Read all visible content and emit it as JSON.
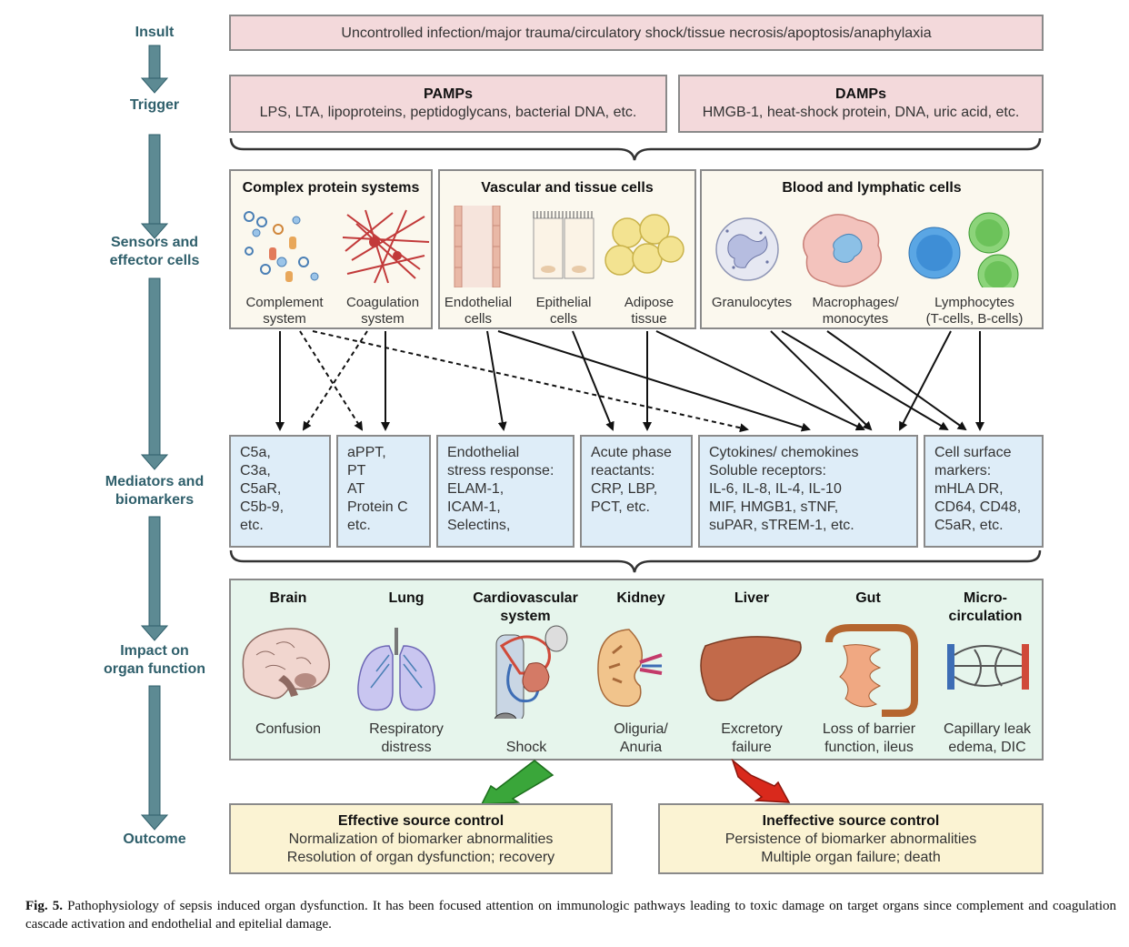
{
  "stages": {
    "insult": "Insult",
    "trigger": "Trigger",
    "sensors": [
      "Sensors and",
      "effector cells"
    ],
    "mediators": [
      "Mediators and",
      "biomarkers"
    ],
    "impact": [
      "Impact on",
      "organ function"
    ],
    "outcome": "Outcome"
  },
  "insult_text": "Uncontrolled infection/major trauma/circulatory shock/tissue necrosis/apoptosis/anaphylaxia",
  "pamps": {
    "title": "PAMPs",
    "text": "LPS, LTA, lipoproteins, peptidoglycans, bacterial DNA, etc."
  },
  "damps": {
    "title": "DAMPs",
    "text": "HMGB-1, heat-shock protein, DNA, uric acid, etc."
  },
  "sensors": {
    "complex": {
      "title": "Complex protein systems",
      "items": [
        [
          "Complement",
          "system"
        ],
        [
          "Coagulation",
          "system"
        ]
      ]
    },
    "vascular": {
      "title": "Vascular and tissue cells",
      "items": [
        [
          "Endothelial",
          "cells"
        ],
        [
          "Epithelial",
          "cells"
        ],
        [
          "Adipose",
          "tissue"
        ]
      ]
    },
    "blood": {
      "title": "Blood and lymphatic cells",
      "items": [
        [
          "Granulocytes"
        ],
        [
          "Macrophages/",
          "monocytes"
        ],
        [
          "Lymphocytes",
          "(T-cells, B-cells)"
        ]
      ]
    }
  },
  "mediators": [
    [
      "C5a,",
      "C3a,",
      "C5aR,",
      "C5b-9,",
      "etc."
    ],
    [
      "aPPT,",
      "PT",
      "AT",
      "Protein C",
      "etc."
    ],
    [
      "Endothelial",
      "stress response:",
      "ELAM-1,",
      "ICAM-1,",
      "Selectins,"
    ],
    [
      "Acute phase",
      "reactants:",
      "CRP, LBP,",
      "PCT, etc."
    ],
    [
      "Cytokines/ chemokines",
      "Soluble receptors:",
      "IL-6, IL-8, IL-4, IL-10",
      "MIF, HMGB1, sTNF,",
      "suPAR, sTREM-1, etc."
    ],
    [
      "Cell surface",
      "markers:",
      "mHLA DR,",
      "CD64, CD48,",
      "C5aR, etc."
    ]
  ],
  "organs": [
    {
      "title": [
        "Brain"
      ],
      "effect": [
        "Confusion"
      ]
    },
    {
      "title": [
        "Lung"
      ],
      "effect": [
        "Respiratory",
        "distress"
      ]
    },
    {
      "title": [
        "Cardiovascular",
        "system"
      ],
      "effect": [
        "Shock"
      ]
    },
    {
      "title": [
        "Kidney"
      ],
      "effect": [
        "Oliguria/",
        "Anuria"
      ]
    },
    {
      "title": [
        "Liver"
      ],
      "effect": [
        "Excretory",
        "failure"
      ]
    },
    {
      "title": [
        "Gut"
      ],
      "effect": [
        "Loss of barrier",
        "function, ileus"
      ]
    },
    {
      "title": [
        "Micro-",
        "circulation"
      ],
      "effect": [
        "Capillary leak",
        "edema, DIC"
      ]
    }
  ],
  "outcomes": {
    "effective": {
      "title": "Effective source control",
      "lines": [
        "Normalization of biomarker abnormalities",
        "Resolution of organ dysfunction; recovery"
      ]
    },
    "ineffective": {
      "title": "Ineffective source control",
      "lines": [
        "Persistence of biomarker abnormalities",
        "Multiple organ failure; death"
      ]
    }
  },
  "caption": {
    "label": "Fig. 5.",
    "text": "Pathophysiology of sepsis induced organ dysfunction. It has been focused attention on immunologic pathways leading to toxic damage on target organs since complement and coagulation cascade activation and endothelial and epitelial damage."
  },
  "colors": {
    "stage_text": "#2f5f6b",
    "stage_arrow": "#5d8a93",
    "insult_fill": "#f3d9db",
    "sensor_fill": "#fbf8ee",
    "mediator_fill": "#deedf8",
    "organ_fill": "#e6f5ec",
    "outcome_fill": "#fbf3d3",
    "good_arrow": "#3aa63a",
    "bad_arrow": "#d9291c"
  }
}
